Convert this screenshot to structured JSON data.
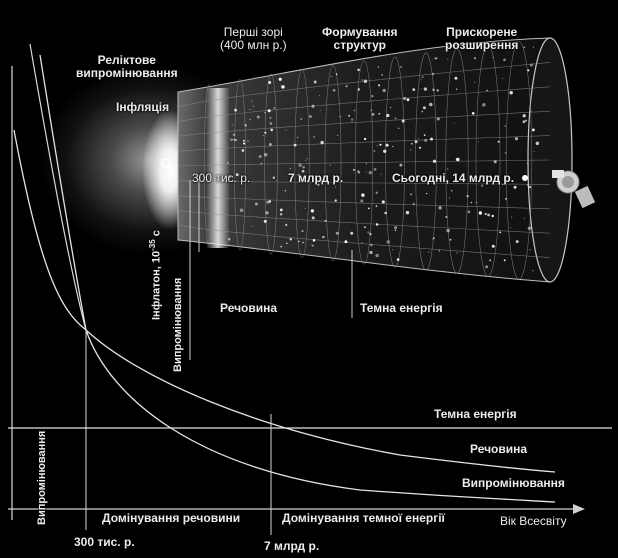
{
  "top": {
    "first_stars": "Перші зорі",
    "first_stars_time": "(400 млн р.)",
    "structure_formation_1": "Формування",
    "structure_formation_2": "структур",
    "accelerated_expansion_1": "Прискорене",
    "accelerated_expansion_2": "розширення",
    "relic_radiation_1": "Реліктове",
    "relic_radiation_2": "випромінювання",
    "inflation": "Інфляція"
  },
  "timeline_labels": {
    "t300k": "300 тис. р.",
    "t7bn": "7 млрд р.",
    "today": "Сьогодні, 14 млрд р."
  },
  "vertical": {
    "inflaton": "Інфлатон, 10",
    "inflaton_exp": "-35",
    "inflaton_unit": " с",
    "radiation_upper": "Випромінювання",
    "radiation_axis": "Випромінювання"
  },
  "middle": {
    "matter": "Речовина",
    "dark_energy": "Темна енергія"
  },
  "graph": {
    "dark_energy_curve": "Темна енергія",
    "matter_curve": "Речовина",
    "radiation_curve": "Випромінювання",
    "matter_domination": "Домінування речовини",
    "dark_energy_domination": "Домінування темної енергії",
    "age_axis": "Вік Всесвіту",
    "tick_300k": "300 тис. р.",
    "tick_7bn": "7 млрд р."
  }
}
